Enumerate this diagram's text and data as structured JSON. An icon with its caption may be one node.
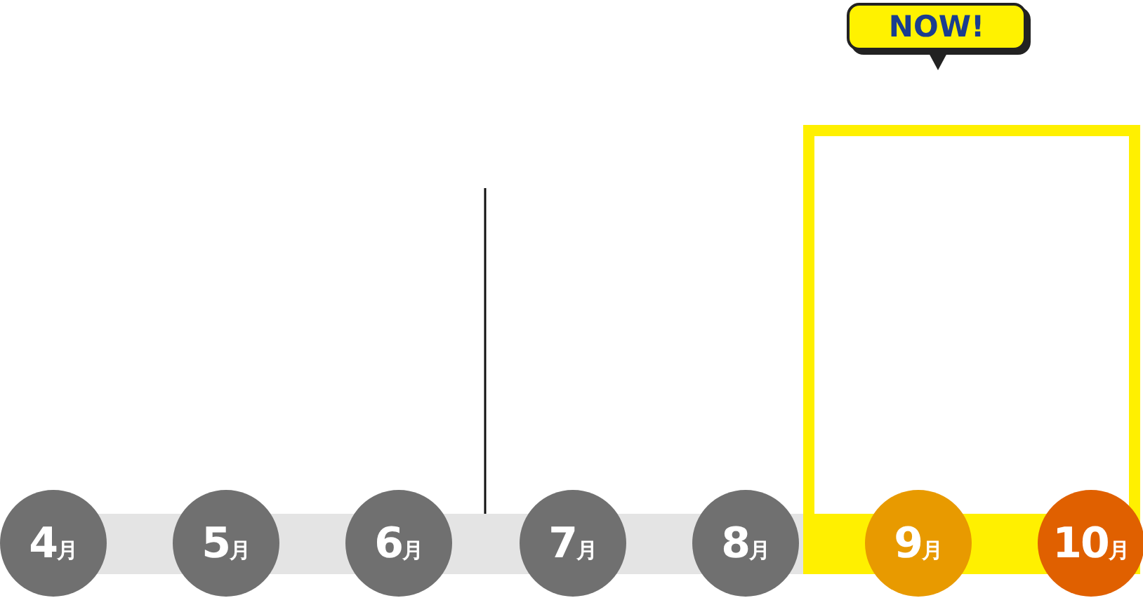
{
  "diagram": {
    "nodes": [
      {
        "text": [
          "4月"
        ]
      },
      {
        "text": [
          "5月"
        ]
      },
      {
        "text": [
          "6月"
        ]
      },
      {
        "text": [
          "7月"
        ]
      },
      {
        "text": [
          "8月"
        ]
      },
      {
        "text": [
          "9月"
        ]
      },
      {
        "text": [
          "10月"
        ]
      },
      {
        "text": [
          "NOW!"
        ]
      }
    ]
  }
}
